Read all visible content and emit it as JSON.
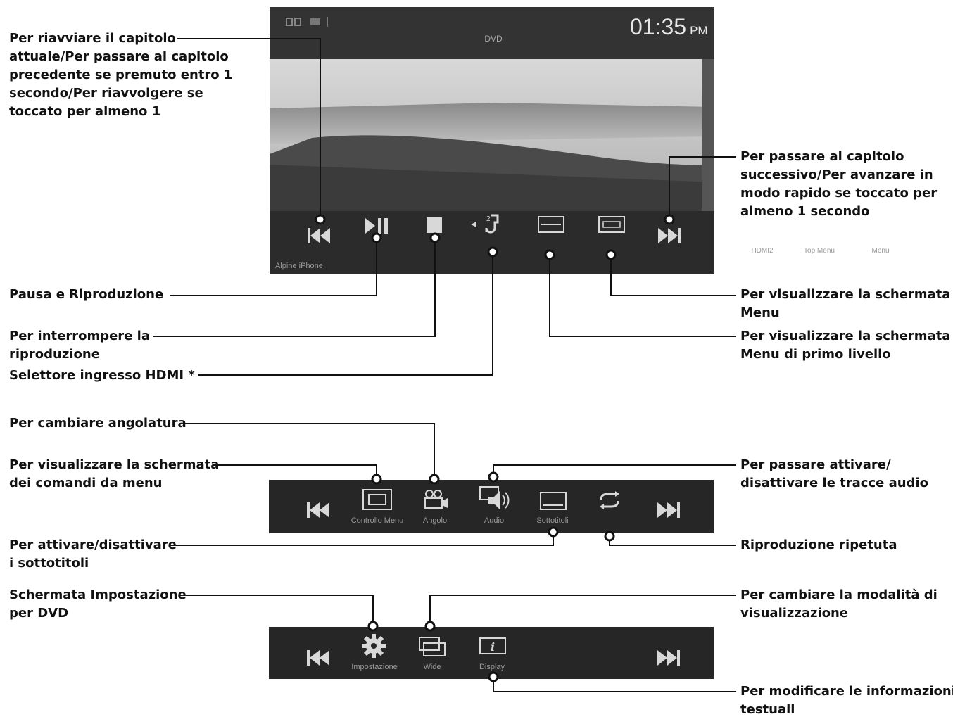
{
  "screen": {
    "clock": "01:35",
    "clock_suffix": "PM",
    "source": "DVD",
    "device": "Alpine iPhone",
    "labels": {
      "hdmi": "HDMI2",
      "top_menu": "Top Menu",
      "menu": "Menu"
    }
  },
  "bar2": {
    "labels": {
      "controllo": "Controllo Menu",
      "angolo": "Angolo",
      "audio": "Audio",
      "sottotitoli": "Sottotitoli"
    }
  },
  "bar3": {
    "labels": {
      "impostazione": "Impostazione",
      "wide": "Wide",
      "display": "Display"
    }
  },
  "callouts": {
    "restart": [
      "Per riavviare il capitolo",
      "attuale/Per passare al capitolo",
      "precedente se premuto entro 1",
      "secondo/Per riavvolgere se",
      "toccato per almeno 1"
    ],
    "next": [
      "Per passare al capitolo",
      "successivo/Per avanzare in",
      "modo rapido se toccato per",
      "almeno 1 secondo"
    ],
    "pause": "Pausa e Riproduzione",
    "stop": [
      "Per interrompere la",
      "riproduzione"
    ],
    "hdmi": "Selettore ingresso HDMI *",
    "menu": [
      "Per visualizzare la schermata",
      "Menu"
    ],
    "top_menu": [
      "Per visualizzare la schermata",
      "Menu di primo livello"
    ],
    "angle": "Per cambiare angolatura",
    "control_menu": [
      "Per visualizzare la schermata",
      "dei comandi da menu"
    ],
    "audio": [
      "Per passare attivare/",
      "disattivare le tracce audio"
    ],
    "subtitles": [
      "Per attivare/disattivare",
      "i sottotitoli"
    ],
    "repeat": "Riproduzione ripetuta",
    "setup": [
      "Schermata Impostazione",
      "per DVD"
    ],
    "wide": [
      "Per cambiare la modalità di",
      "visualizzazione"
    ],
    "display": [
      "Per modificare le informazioni",
      "testuali"
    ]
  },
  "icons": [
    "prev-icon",
    "play-pause-icon",
    "stop-icon",
    "hdmi-icon",
    "top-menu-icon",
    "menu-icon",
    "next-icon",
    "control-menu-icon",
    "camera-icon",
    "audio-icon",
    "subtitle-icon",
    "repeat-icon",
    "gear-icon",
    "wide-icon",
    "info-icon"
  ],
  "colors": {
    "panel": "#262626",
    "text": "#111111",
    "icon": "#d8d8d8"
  }
}
